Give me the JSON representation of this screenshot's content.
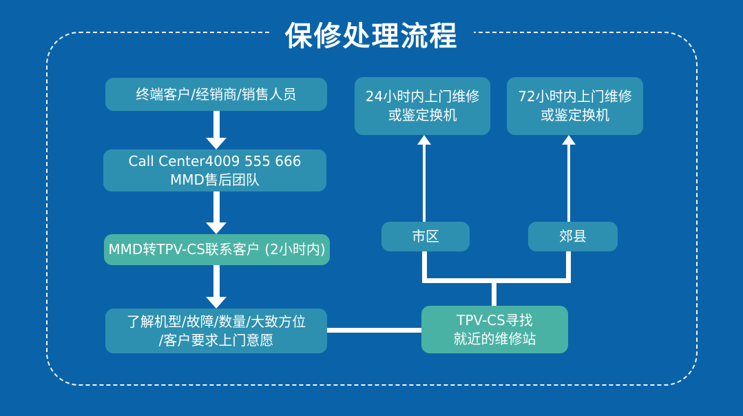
{
  "title": "保修处理流程",
  "colors": {
    "background": "#0a63a9",
    "node_teal": "#2e90b0",
    "node_green": "#4ab2a4",
    "text": "#ffffff",
    "connector": "#ffffff",
    "frame_dash": "#ffffff"
  },
  "nodes": {
    "terminal_customer": "终端客户/经销商/销售人员",
    "call_center": "Call Center4009 555 666\nMMD售后团队",
    "mmd_transfer": "MMD转TPV-CS联系客户 (2小时内)",
    "gather_info": "了解机型/故障/数量/大致方位\n/客户要求上门意愿",
    "service_24h": "24小时内上门维修\n或鉴定换机",
    "service_72h": "72小时内上门维修\n或鉴定换机",
    "urban": "市区",
    "suburb": "郊县",
    "tpv_find_station": "TPV-CS寻找\n就近的维修站"
  }
}
